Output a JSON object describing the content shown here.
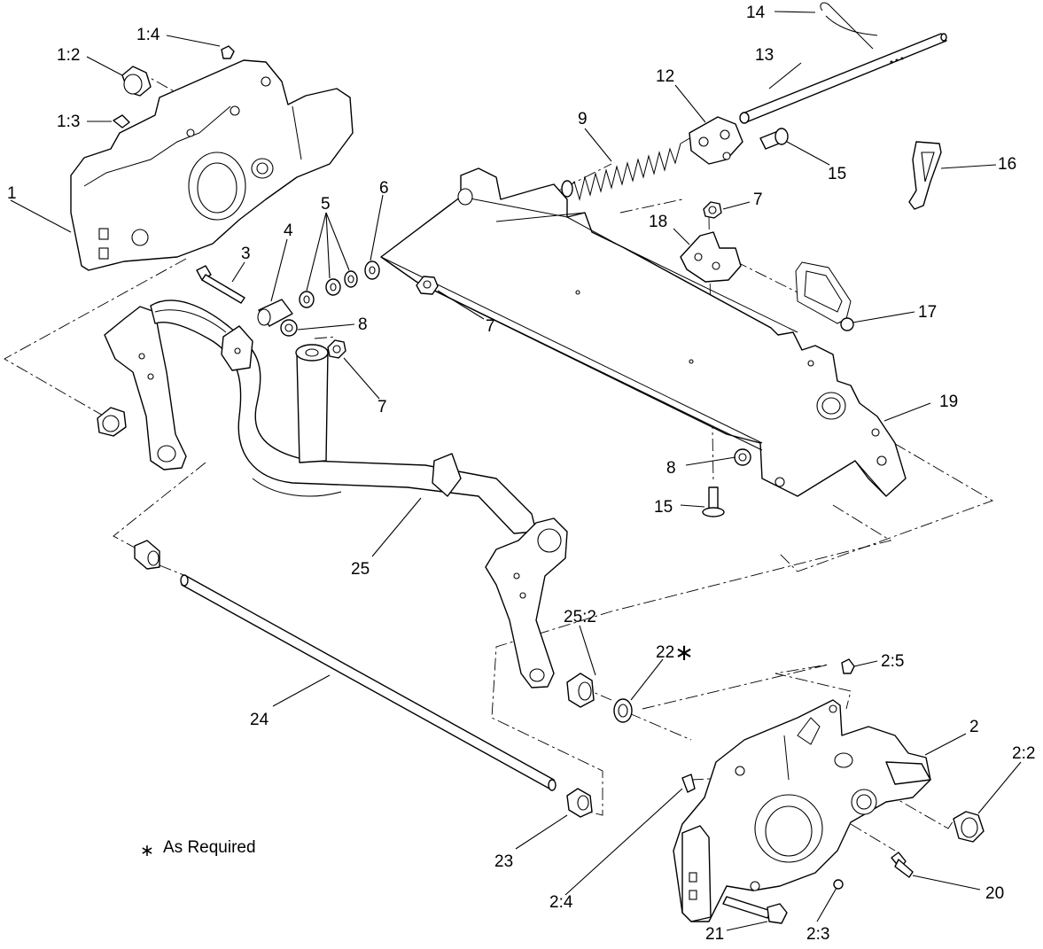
{
  "callouts": {
    "c1": "1",
    "c1_2": "1:2",
    "c1_3": "1:3",
    "c1_4": "1:4",
    "c2": "2",
    "c2_2": "2:2",
    "c2_3": "2:3",
    "c2_4": "2:4",
    "c2_5": "2:5",
    "c3": "3",
    "c4": "4",
    "c5": "5",
    "c6": "6",
    "c7a": "7",
    "c7b": "7",
    "c7c": "7",
    "c8a": "8",
    "c8b": "8",
    "c9": "9",
    "c12": "12",
    "c13": "13",
    "c14": "14",
    "c15a": "15",
    "c15b": "15",
    "c16": "16",
    "c17": "17",
    "c18": "18",
    "c19": "19",
    "c20": "20",
    "c21": "21",
    "c22": "22",
    "c23": "23",
    "c24": "24",
    "c25": "25",
    "c25_2": "25:2"
  },
  "footnote": {
    "symbol": "∗",
    "text": "As Required",
    "marker": "∗"
  }
}
